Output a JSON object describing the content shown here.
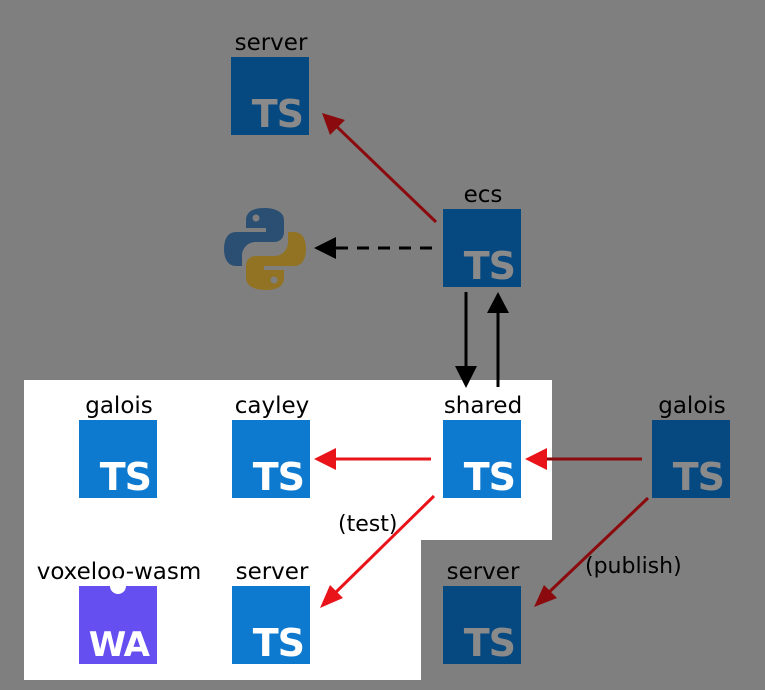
{
  "diagram": {
    "colors": {
      "background": "#7f7f7f",
      "highlight_region": "#ffffff",
      "ts_bright": "#0e7acf",
      "ts_dim": "#064880",
      "wasm": "#654ff0",
      "edge_red_bright": "#e8141a",
      "edge_red_dim": "#8b0a0d",
      "edge_black": "#000000",
      "python_blue": "#2b4f73",
      "python_yellow": "#927324"
    },
    "nodes": {
      "server_top": {
        "label": "server",
        "logo": "TS",
        "icon": "typescript-icon",
        "highlighted": false
      },
      "ecs": {
        "label": "ecs",
        "logo": "TS",
        "icon": "typescript-icon",
        "highlighted": false
      },
      "python": {
        "label": "",
        "icon": "python-icon",
        "highlighted": false
      },
      "galois_left": {
        "label": "galois",
        "logo": "TS",
        "icon": "typescript-icon",
        "highlighted": true
      },
      "cayley": {
        "label": "cayley",
        "logo": "TS",
        "icon": "typescript-icon",
        "highlighted": true
      },
      "shared": {
        "label": "shared",
        "logo": "TS",
        "icon": "typescript-icon",
        "highlighted": true
      },
      "galois_right": {
        "label": "galois",
        "logo": "TS",
        "icon": "typescript-icon",
        "highlighted": false
      },
      "voxeloo_wasm": {
        "label": "voxeloo-wasm",
        "logo": "WA",
        "icon": "webassembly-icon",
        "highlighted": true
      },
      "server_mid": {
        "label": "server",
        "logo": "TS",
        "icon": "typescript-icon",
        "highlighted": true
      },
      "server_right": {
        "label": "server",
        "logo": "TS",
        "icon": "typescript-icon",
        "highlighted": false
      }
    },
    "edges": [
      {
        "from": "ecs",
        "to": "server_top",
        "style": "solid",
        "color": "red-dim",
        "label": ""
      },
      {
        "from": "ecs",
        "to": "python",
        "style": "dashed",
        "color": "black",
        "label": ""
      },
      {
        "from": "ecs",
        "to": "shared",
        "style": "solid",
        "color": "black",
        "label": ""
      },
      {
        "from": "shared",
        "to": "ecs",
        "style": "solid",
        "color": "black",
        "label": ""
      },
      {
        "from": "shared",
        "to": "cayley",
        "style": "solid",
        "color": "red",
        "label": ""
      },
      {
        "from": "shared",
        "to": "server_mid",
        "style": "solid",
        "color": "red",
        "label": "(test)"
      },
      {
        "from": "galois_right",
        "to": "shared",
        "style": "solid",
        "color": "red-dim",
        "label": ""
      },
      {
        "from": "galois_right",
        "to": "server_right",
        "style": "solid",
        "color": "red-dim",
        "label": "(publish)"
      }
    ]
  }
}
